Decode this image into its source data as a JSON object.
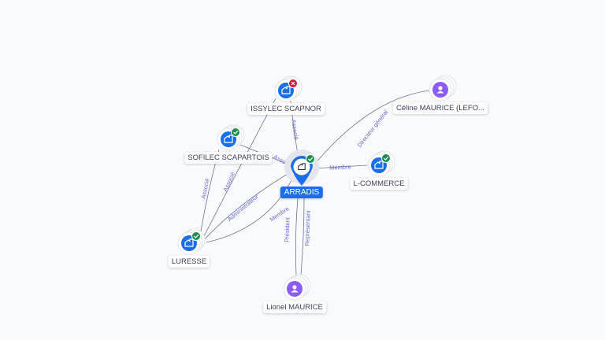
{
  "colors": {
    "company": "#1a6ee8",
    "person": "#8b5cf6",
    "active": "#1e8e4e",
    "closed": "#d4163c",
    "edge": "#6f7390",
    "edge_label": "#6b6be0"
  },
  "nodes": [
    {
      "id": "arradis",
      "label": "ARRADIS",
      "type": "company",
      "status": "active",
      "icon": "building-icon",
      "main": true
    },
    {
      "id": "issylec",
      "label": "ISSYLEC SCAPNOR",
      "type": "company",
      "status": "closed",
      "icon": "building-icon"
    },
    {
      "id": "sofilec",
      "label": "SOFILEC SCAPARTOIS",
      "type": "company",
      "status": "active",
      "icon": "building-icon"
    },
    {
      "id": "lcommerce",
      "label": "L-COMMERCE",
      "type": "company",
      "status": "active",
      "icon": "building-icon"
    },
    {
      "id": "celine",
      "label": "Céline MAURICE (LEFO...",
      "type": "person",
      "icon": "person-icon"
    },
    {
      "id": "luresse",
      "label": "LURESSE",
      "type": "company",
      "status": "active",
      "icon": "building-icon"
    },
    {
      "id": "lionel",
      "label": "Lionel MAURICE",
      "type": "person",
      "icon": "person-icon"
    }
  ],
  "edges": [
    {
      "from": "issylec",
      "to": "arradis",
      "label": "Associé"
    },
    {
      "from": "sofilec",
      "to": "arradis",
      "label": "Associé"
    },
    {
      "from": "luresse",
      "to": "sofilec",
      "label": "Associé"
    },
    {
      "from": "luresse",
      "to": "issylec",
      "label": "Associé"
    },
    {
      "from": "luresse",
      "to": "arradis",
      "label": "Administrateur"
    },
    {
      "from": "luresse",
      "to": "arradis",
      "label": "Membre"
    },
    {
      "from": "arradis",
      "to": "lcommerce",
      "label": "Membre"
    },
    {
      "from": "celine",
      "to": "arradis",
      "label": "Directeur général"
    },
    {
      "from": "lionel",
      "to": "arradis",
      "label": "Président"
    },
    {
      "from": "lionel",
      "to": "arradis",
      "label": "Représentant"
    }
  ]
}
